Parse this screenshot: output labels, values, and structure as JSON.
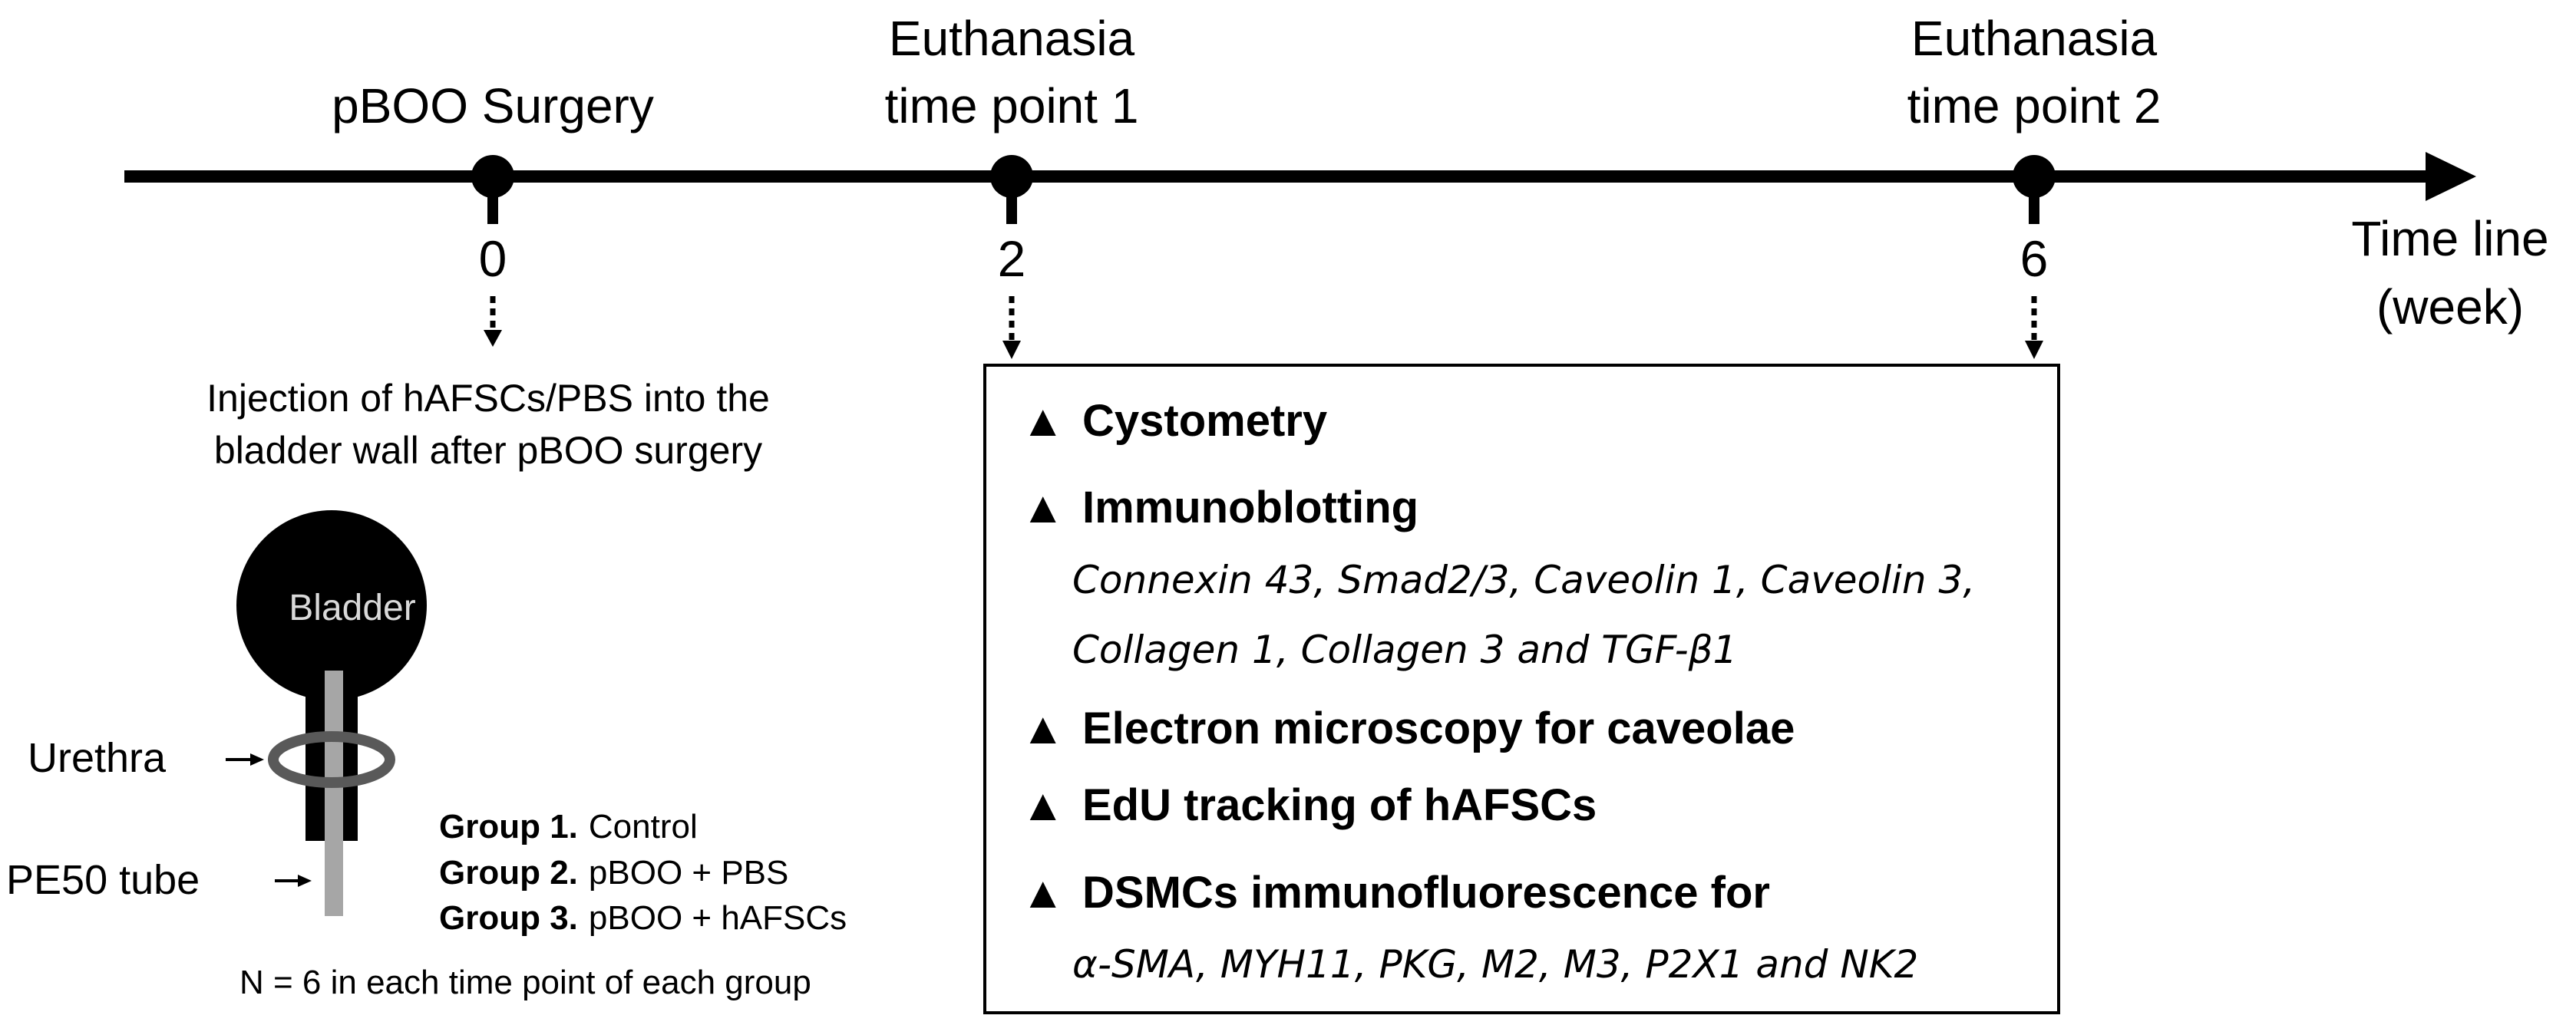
{
  "timeline": {
    "events": [
      {
        "label_lines": [
          "pBOO Surgery"
        ],
        "tick": "0"
      },
      {
        "label_lines": [
          "Euthanasia",
          "time point 1"
        ],
        "tick": "2"
      },
      {
        "label_lines": [
          "Euthanasia",
          "time point 2"
        ],
        "tick": "6"
      }
    ],
    "axis_label_lines": [
      "Time line",
      "(week)"
    ]
  },
  "injection_note_lines": [
    "Injection of hAFSCs/PBS into the",
    "bladder wall after pBOO surgery"
  ],
  "bladder": {
    "bladder_label": "Bladder",
    "urethra_label": "Urethra",
    "tube_label": "PE50 tube"
  },
  "groups": [
    {
      "name": "Group 1.",
      "desc": "Control"
    },
    {
      "name": "Group 2.",
      "desc": "pBOO + PBS"
    },
    {
      "name": "Group 3.",
      "desc": "pBOO + hAFSCs"
    }
  ],
  "n_note": "N = 6 in each time point of each group",
  "analyses": {
    "bullet": "▲",
    "items": [
      {
        "title": "Cystometry",
        "details": []
      },
      {
        "title": "Immunoblotting",
        "details": [
          "Connexin 43, Smad2/3, Caveolin 1, Caveolin 3,",
          "Collagen 1, Collagen 3 and TGF-β1"
        ]
      },
      {
        "title": "Electron microscopy for caveolae",
        "details": []
      },
      {
        "title": "EdU tracking of hAFSCs",
        "details": []
      },
      {
        "title": "DSMCs immunofluorescence for",
        "details": [
          "α-SMA, MYH11, PKG, M2, M3, P2X1 and NK2"
        ]
      }
    ]
  },
  "colors": {
    "line": "#000000",
    "bladder_fill": "#000000",
    "bladder_text": "#d9d9d9",
    "tube": "#a6a6a6",
    "ring": "#595959"
  }
}
